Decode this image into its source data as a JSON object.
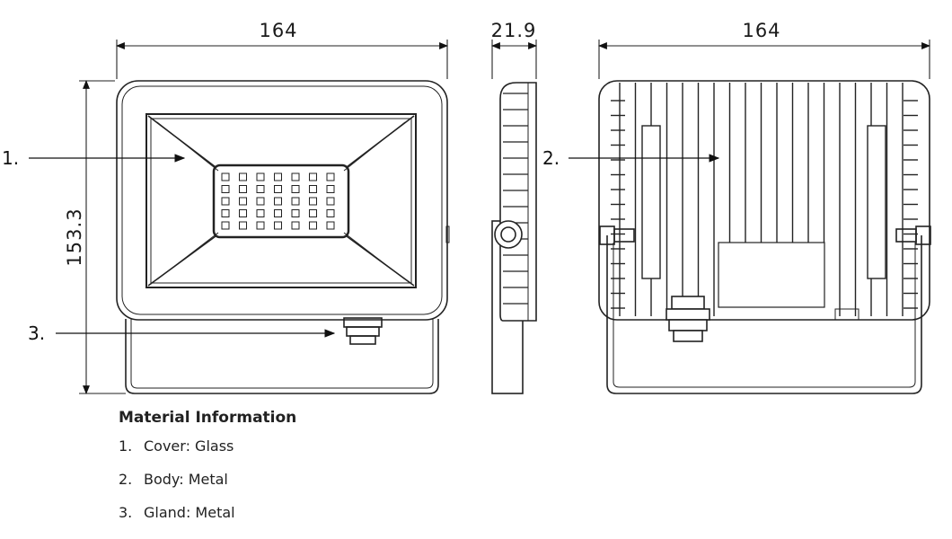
{
  "dimensions": {
    "front_width": "164",
    "side_depth": "21.9",
    "back_width": "164",
    "height": "153.3"
  },
  "callouts": [
    {
      "label": "1."
    },
    {
      "label": "2."
    },
    {
      "label": "3."
    }
  ],
  "material_info": {
    "title": "Material Information",
    "items": [
      {
        "num": "1.",
        "text": "Cover: Glass"
      },
      {
        "num": "2.",
        "text": "Body: Metal"
      },
      {
        "num": "3.",
        "text": "Gland: Metal"
      }
    ]
  }
}
